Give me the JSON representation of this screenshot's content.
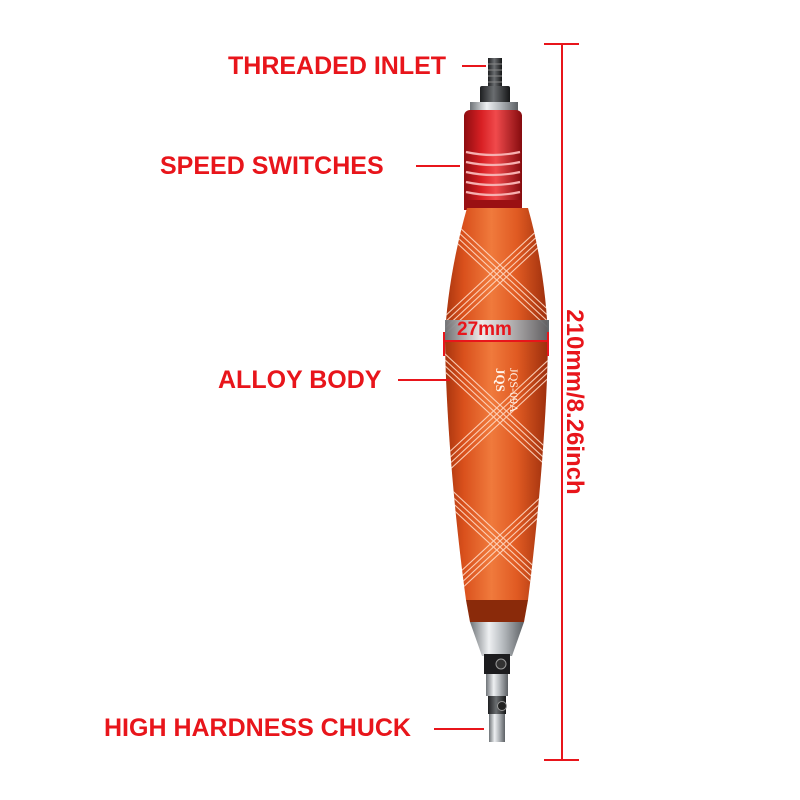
{
  "labels": {
    "threaded_inlet": "THREADED INLET",
    "speed_switches": "SPEED SWITCHES",
    "alloy_body": "ALLOY BODY",
    "high_hardness_chuck": "HIGH HARDNESS CHUCK"
  },
  "dimensions": {
    "diameter": "27mm",
    "length": "210mm/8.26inch"
  },
  "product_marking": {
    "brand": "JQS",
    "model": "JQS-09A"
  },
  "colors": {
    "callout_red": "#e8151b",
    "body_orange": "#e0541f",
    "cap_red": "#c8161c",
    "metal_silver": "#c9ccd0"
  }
}
